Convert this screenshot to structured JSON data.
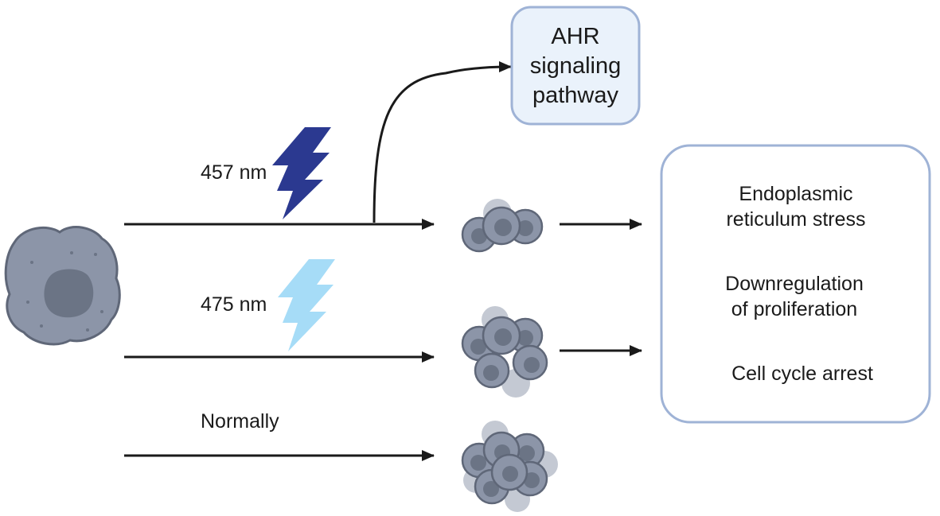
{
  "labels": {
    "wave_457": "457 nm",
    "wave_475": "475 nm",
    "normal": "Normally"
  },
  "ahr_box": {
    "lines": [
      "AHR",
      "signaling",
      "pathway"
    ]
  },
  "outcomes_box": {
    "items": [
      {
        "lines": [
          "Endoplasmic",
          "reticulum stress"
        ]
      },
      {
        "lines": [
          "Downregulation",
          "of proliferation"
        ]
      },
      {
        "lines": [
          "Cell cycle arrest"
        ]
      }
    ]
  },
  "colors": {
    "lightning_457": "#2b3990",
    "lightning_475": "#a6dcf7",
    "box_border": "#9fb3d6",
    "ahr_fill": "#eaf2fb",
    "cell_fill": "#8c95a8",
    "cell_nucleus": "#6b7485",
    "arrow": "#1a1a1a"
  },
  "icons": [
    "cancer-cell-icon",
    "lightning-bolt-icon",
    "cell-cluster-icon"
  ]
}
